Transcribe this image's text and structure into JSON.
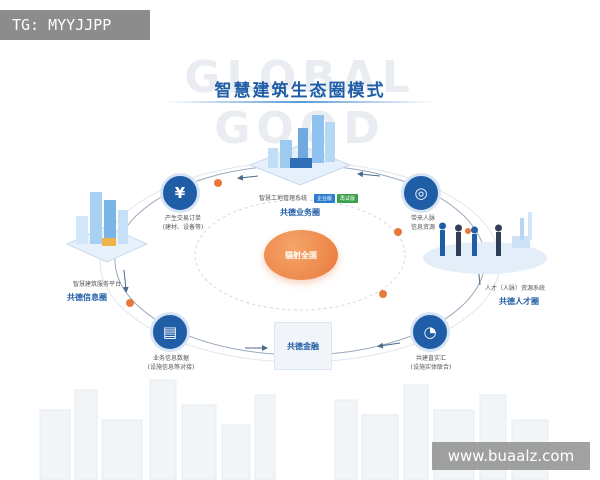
{
  "watermarks": {
    "tag": "TG: MYYJJPP",
    "url": "www.buaalz.com"
  },
  "background_word": "GLOBAL GOOD",
  "title": "智慧建筑生态圈模式",
  "center": {
    "label": "辐射全国"
  },
  "top": {
    "caption": "智慧工地管理系统",
    "badge1": "企业版",
    "badge2": "再试版",
    "label": "共德业务圈"
  },
  "left": {
    "caption": "智慧建筑服务平台",
    "label": "共德信息圈"
  },
  "right": {
    "caption": "人才（人脉）资源系统",
    "label": "共德人才圈"
  },
  "bottom_box": {
    "label": "共德金融"
  },
  "nodes": {
    "top_left": {
      "glyph": "¥",
      "line1": "产生交易订单",
      "line2": "(建材、设备等)"
    },
    "top_right": {
      "glyph": "◎",
      "line1": "带来人脉",
      "line2": "信息资源"
    },
    "bottom_left": {
      "glyph": "▤",
      "line1": "业务信息数据",
      "line2": "(设施信息等对接)"
    },
    "bottom_right": {
      "glyph": "◔",
      "line1": "共建直实汇",
      "line2": "(设施实体联合)"
    }
  },
  "colors": {
    "primary_blue": "#1f5da6",
    "accent_orange": "#e8793b",
    "badge_blue": "#2b7bd1",
    "badge_green": "#3aa04a"
  }
}
